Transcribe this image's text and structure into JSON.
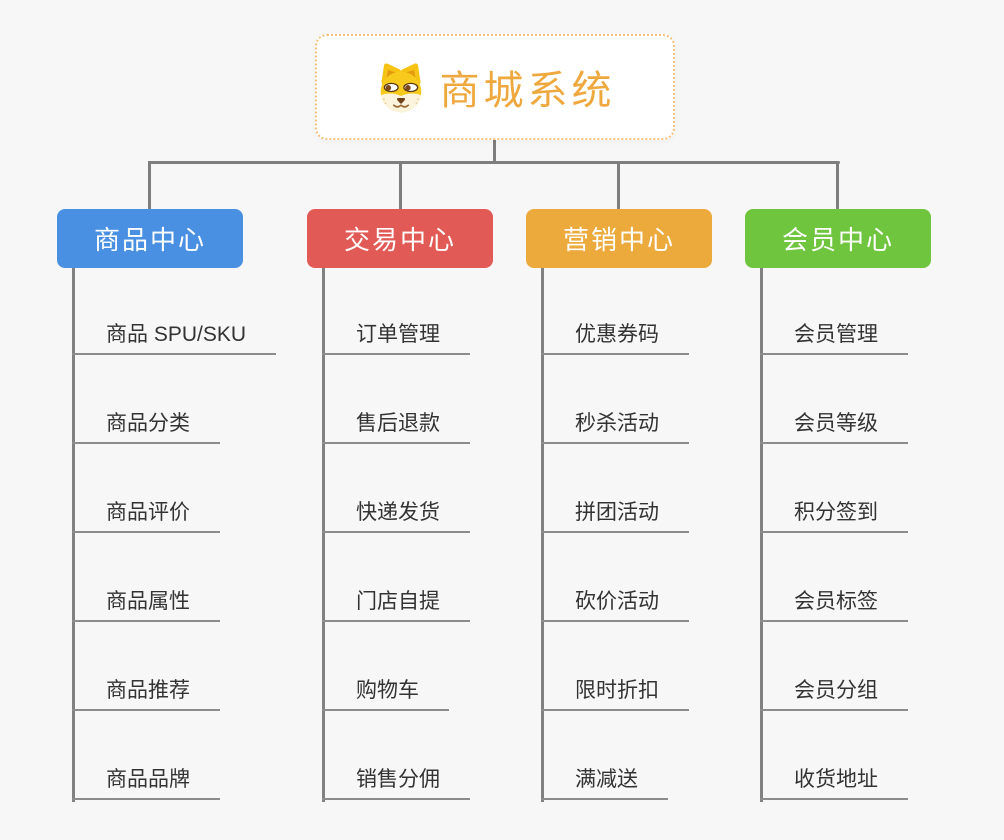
{
  "canvas": {
    "background": "#F7F7F7"
  },
  "root": {
    "title": "商城系统",
    "icon": "dog-face-icon",
    "accent_color": "#EFA83E",
    "border_color": "#F5C27A"
  },
  "connector_color": "#7E7E7E",
  "underline_color": "#8C8C8C",
  "leaf_text_color": "#333333",
  "branches": [
    {
      "id": "product-center",
      "label": "商品中心",
      "color": "#4A90E2",
      "children": [
        "商品 SPU/SKU",
        "商品分类",
        "商品评价",
        "商品属性",
        "商品推荐",
        "商品品牌"
      ]
    },
    {
      "id": "trade-center",
      "label": "交易中心",
      "color": "#E25A55",
      "children": [
        "订单管理",
        "售后退款",
        "快递发货",
        "门店自提",
        "购物车",
        "销售分佣"
      ]
    },
    {
      "id": "marketing-center",
      "label": "营销中心",
      "color": "#ECAA3D",
      "children": [
        "优惠券码",
        "秒杀活动",
        "拼团活动",
        "砍价活动",
        "限时折扣",
        "满减送"
      ]
    },
    {
      "id": "member-center",
      "label": "会员中心",
      "color": "#70C53F",
      "children": [
        "会员管理",
        "会员等级",
        "积分签到",
        "会员标签",
        "会员分组",
        "收货地址"
      ]
    }
  ]
}
